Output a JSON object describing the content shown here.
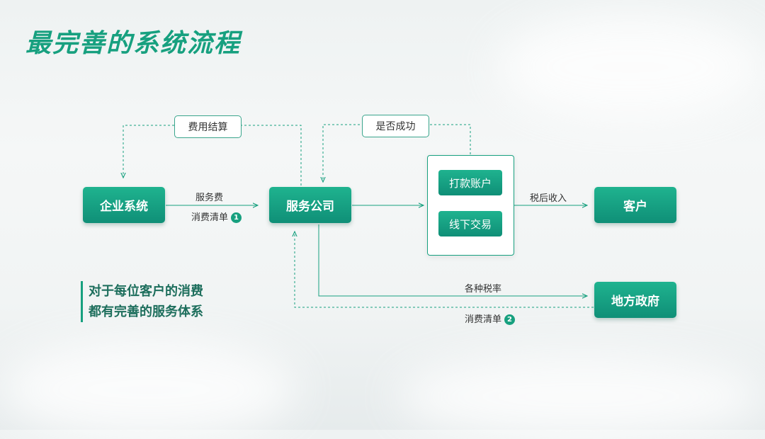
{
  "title": "最完善的系统流程",
  "nodes": {
    "enterprise": "企业系统",
    "service": "服务公司",
    "payment_account": "打款账户",
    "offline_trade": "线下交易",
    "customer": "客户",
    "government": "地方政府"
  },
  "pills": {
    "fee_settlement": "费用结算",
    "success_check": "是否成功"
  },
  "edge_labels": {
    "service_fee": "服务费",
    "consumption_list_1": "消费清单",
    "badge_1": "1",
    "after_tax_income": "税后收入",
    "tax_rates": "各种税率",
    "consumption_list_2": "消费清单",
    "badge_2": "2"
  },
  "note": {
    "line1": "对于每位客户的消费",
    "line2": "都有完善的服务体系"
  },
  "colors": {
    "accent": "#17a07f",
    "node_top": "#1fb38f",
    "node_bottom": "#0f8f77"
  }
}
